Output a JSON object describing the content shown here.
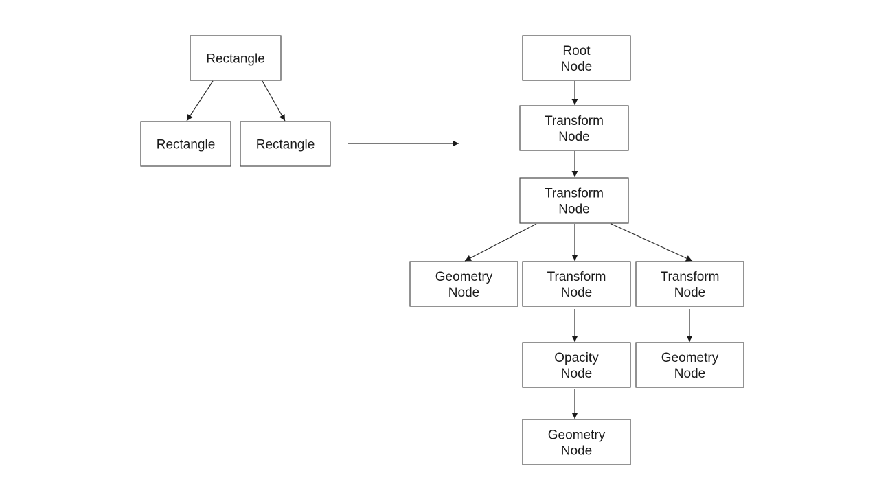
{
  "diagram": {
    "colors": {
      "stroke": "#4a4a4a",
      "text": "#1a1a1a",
      "background": "#ffffff"
    },
    "nodes": [
      {
        "id": "rect-top",
        "lines": [
          "Rectangle"
        ]
      },
      {
        "id": "rect-left",
        "lines": [
          "Rectangle"
        ]
      },
      {
        "id": "rect-right",
        "lines": [
          "Rectangle"
        ]
      },
      {
        "id": "root",
        "lines": [
          "Root",
          "Node"
        ]
      },
      {
        "id": "transform-1",
        "lines": [
          "Transform",
          "Node"
        ]
      },
      {
        "id": "transform-2",
        "lines": [
          "Transform",
          "Node"
        ]
      },
      {
        "id": "geometry-a",
        "lines": [
          "Geometry",
          "Node"
        ]
      },
      {
        "id": "transform-3",
        "lines": [
          "Transform",
          "Node"
        ]
      },
      {
        "id": "transform-4",
        "lines": [
          "Transform",
          "Node"
        ]
      },
      {
        "id": "opacity",
        "lines": [
          "Opacity",
          "Node"
        ]
      },
      {
        "id": "geometry-b",
        "lines": [
          "Geometry",
          "Node"
        ]
      },
      {
        "id": "geometry-c",
        "lines": [
          "Geometry",
          "Node"
        ]
      }
    ],
    "edges": [
      {
        "from": "rect-top",
        "to": "rect-left"
      },
      {
        "from": "rect-top",
        "to": "rect-right"
      },
      {
        "from": "rect-right",
        "to": "root",
        "kind": "mapping-arrow"
      },
      {
        "from": "root",
        "to": "transform-1"
      },
      {
        "from": "transform-1",
        "to": "transform-2"
      },
      {
        "from": "transform-2",
        "to": "geometry-a"
      },
      {
        "from": "transform-2",
        "to": "transform-3"
      },
      {
        "from": "transform-2",
        "to": "transform-4"
      },
      {
        "from": "transform-3",
        "to": "opacity"
      },
      {
        "from": "transform-4",
        "to": "geometry-b"
      },
      {
        "from": "opacity",
        "to": "geometry-c"
      }
    ]
  }
}
